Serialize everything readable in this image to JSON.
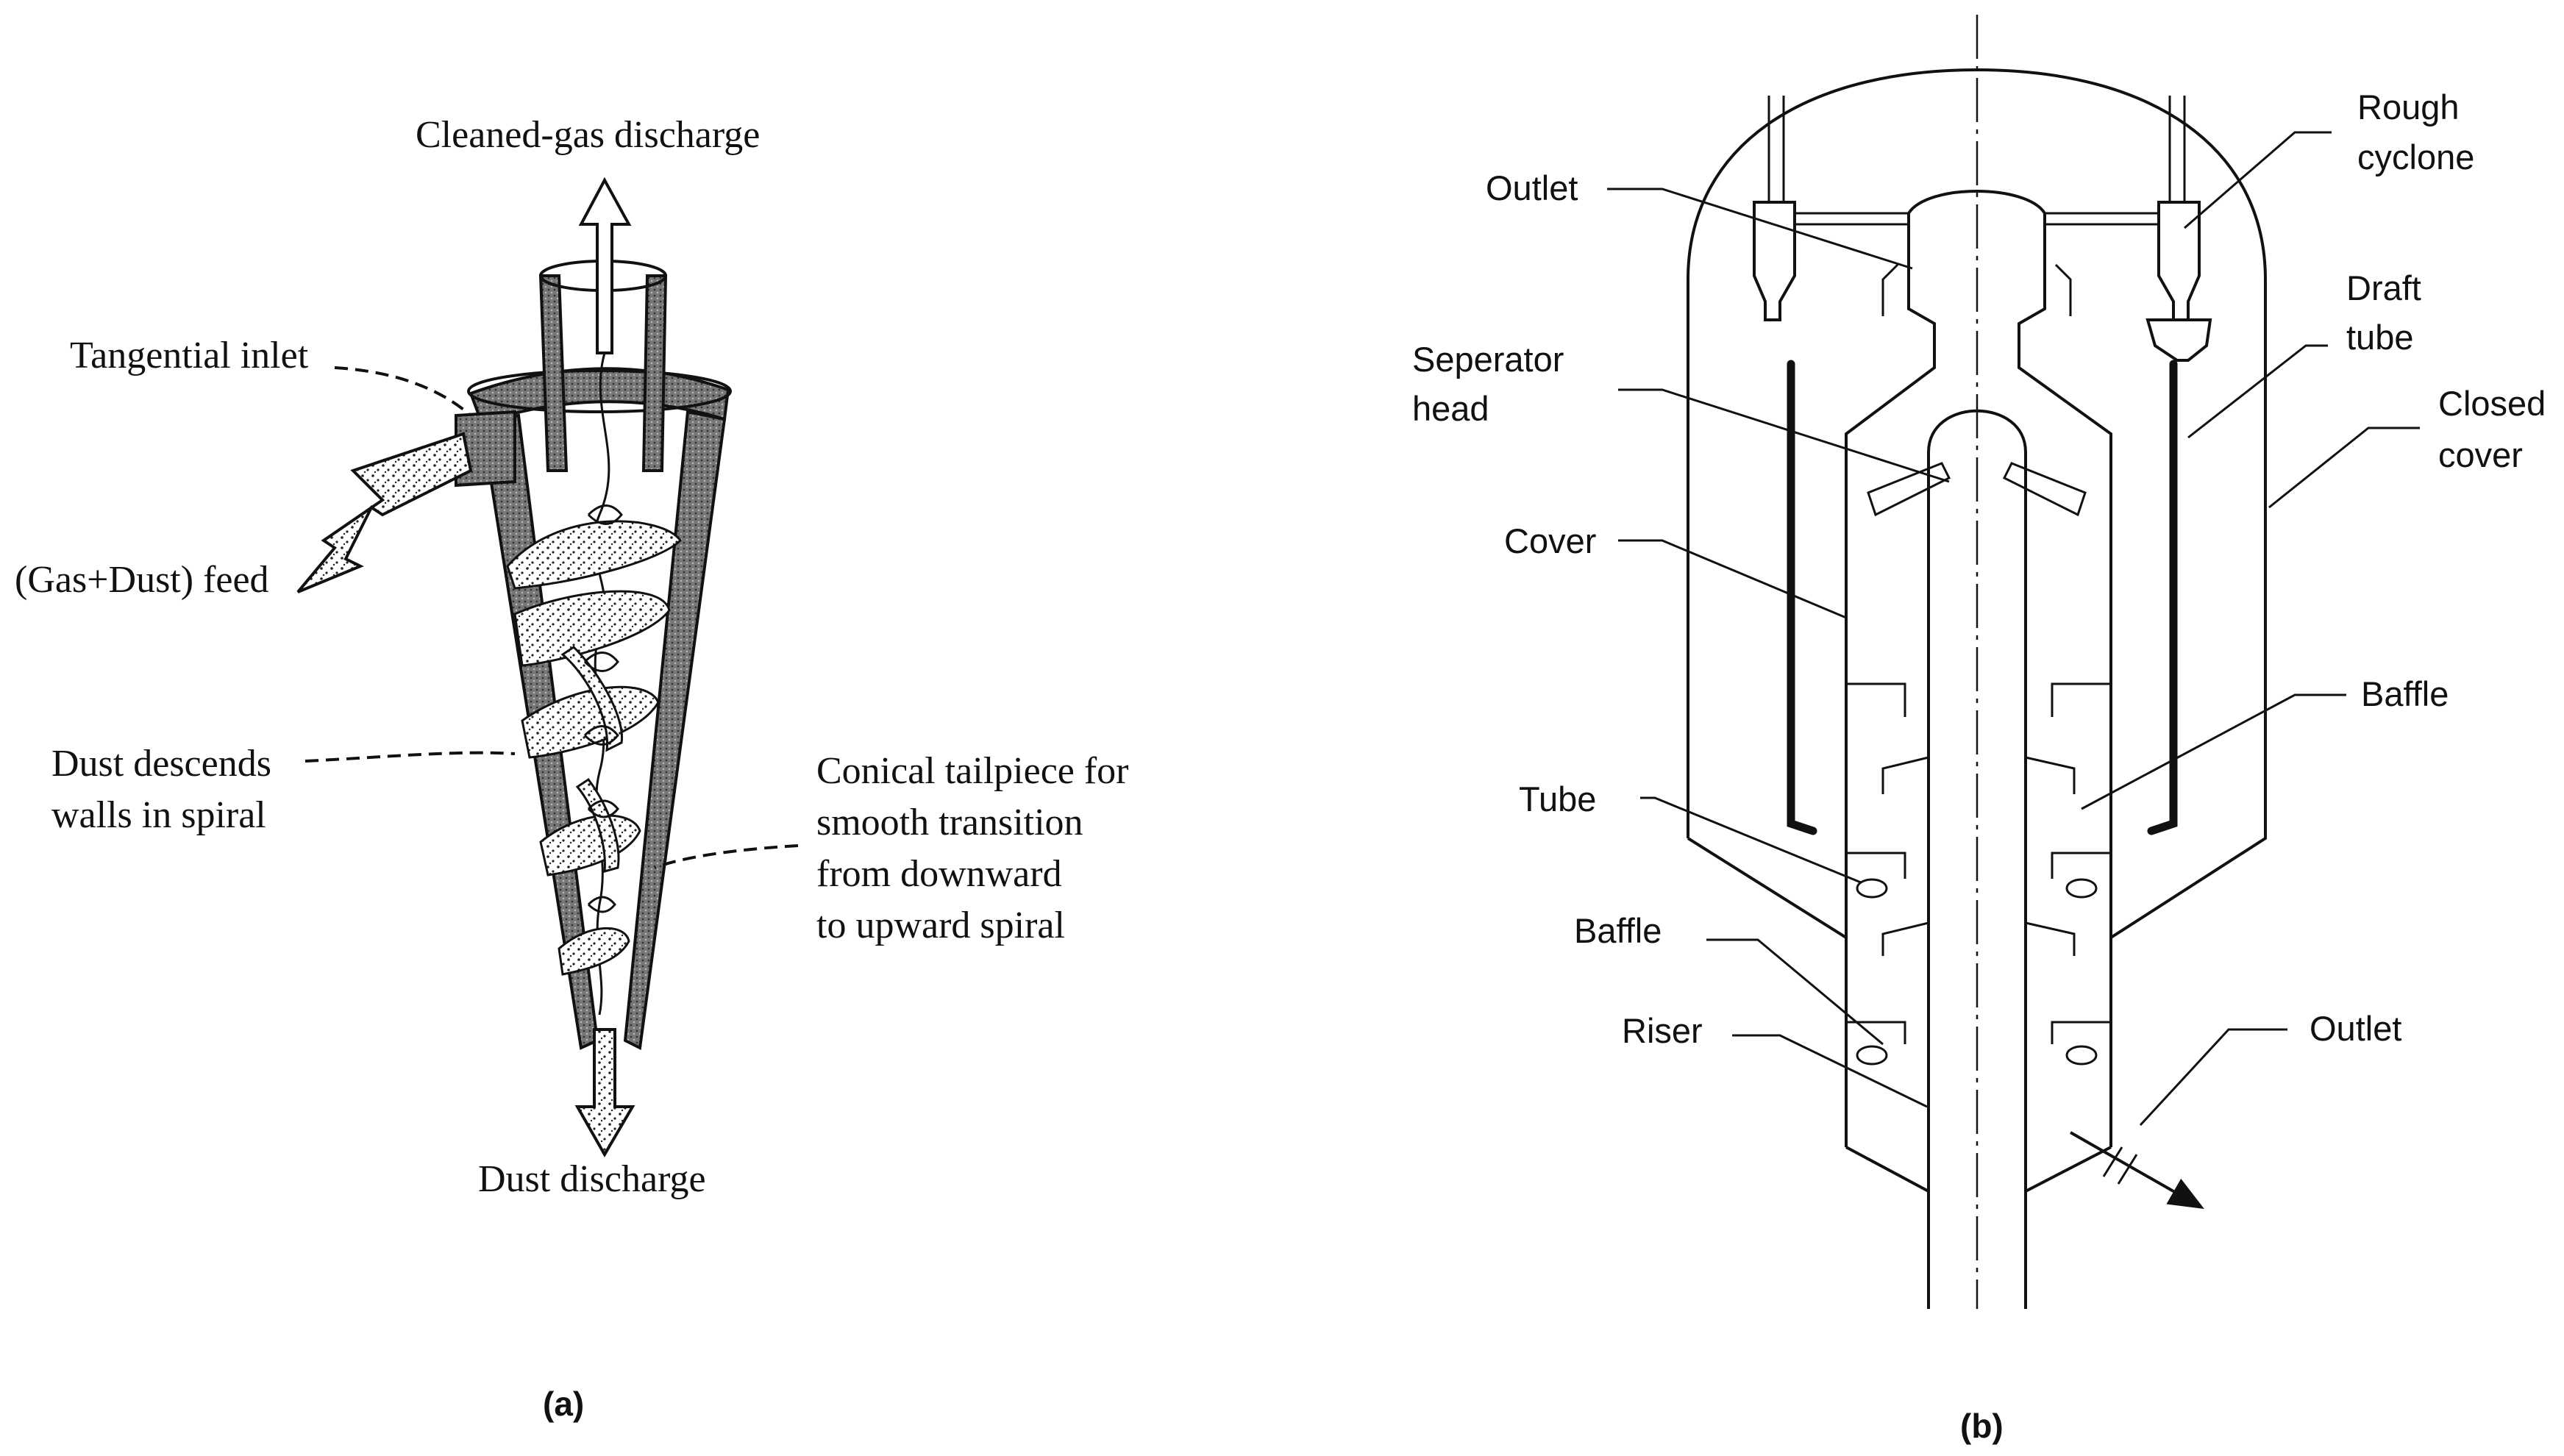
{
  "figure_a": {
    "caption": "(a)",
    "labels": {
      "cleaned_gas": "Cleaned-gas discharge",
      "tangential_inlet": "Tangential inlet",
      "feed": "(Gas+Dust) feed",
      "dust_descends_1": "Dust descends",
      "dust_descends_2": "walls in spiral",
      "conical_1": "Conical tailpiece for",
      "conical_2": "smooth transition",
      "conical_3": "from downward",
      "conical_4": "to upward spiral",
      "dust_discharge": "Dust discharge"
    }
  },
  "figure_b": {
    "caption": "(b)",
    "labels": {
      "outlet_top": "Outlet",
      "separator_1": "Seperator",
      "separator_2": "head",
      "cover": "Cover",
      "tube": "Tube",
      "baffle_left": "Baffle",
      "riser": "Riser",
      "rough_1": "Rough",
      "rough_2": "cyclone",
      "draft_1": "Draft",
      "draft_2": "tube",
      "closed_1": "Closed",
      "closed_2": "cover",
      "baffle_right": "Baffle",
      "outlet_right": "Outlet"
    }
  },
  "colors": {
    "ink": "#111111",
    "wall_fill": "#7a7a7a",
    "background": "#ffffff"
  }
}
